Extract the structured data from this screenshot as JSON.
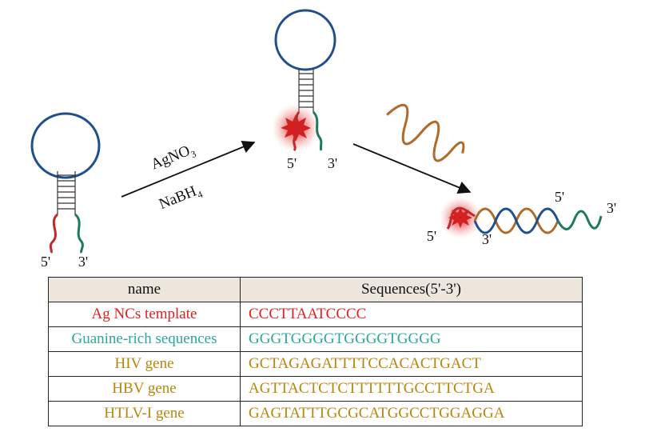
{
  "diagram": {
    "labels": {
      "probe1_5": "5'",
      "probe1_3": "3'",
      "probe2_5": "5'",
      "probe2_3": "3'",
      "duplex_5_left": "5'",
      "duplex_3_left": "3'",
      "duplex_5_right": "5'",
      "duplex_3_right": "3'"
    },
    "reagent_top": {
      "main": "AgNO",
      "sub": "3"
    },
    "reagent_bottom": {
      "main": "NaBH",
      "sub": "4"
    },
    "colors": {
      "loop": "#1f4f8f",
      "red_strand": "#c0282a",
      "green_strand": "#1e7a5c",
      "target_strand": "#b06a2a",
      "agnc_glow": "#e84040"
    }
  },
  "table": {
    "headers": [
      "name",
      "Sequences(5'-3')"
    ],
    "rows": [
      {
        "name": "Ag NCs template",
        "sequence": "CCCTTAATCCCC",
        "color": "#e02020"
      },
      {
        "name": "Guanine-rich sequences",
        "sequence": "GGGTGGGGTGGGGTGGGG",
        "color": "#2aa6a0"
      },
      {
        "name": "HIV gene",
        "sequence": "GCTAGAGATTTTCCACACTGACT",
        "color": "#b8860b"
      },
      {
        "name": "HBV gene",
        "sequence": "AGTTACTCTCTTTTTTGCCTTCTGA",
        "color": "#b8860b"
      },
      {
        "name": "HTLV-I gene",
        "sequence": "GAGTATTTGCGCATGGCCTGGAGGA",
        "color": "#b8860b"
      }
    ]
  }
}
